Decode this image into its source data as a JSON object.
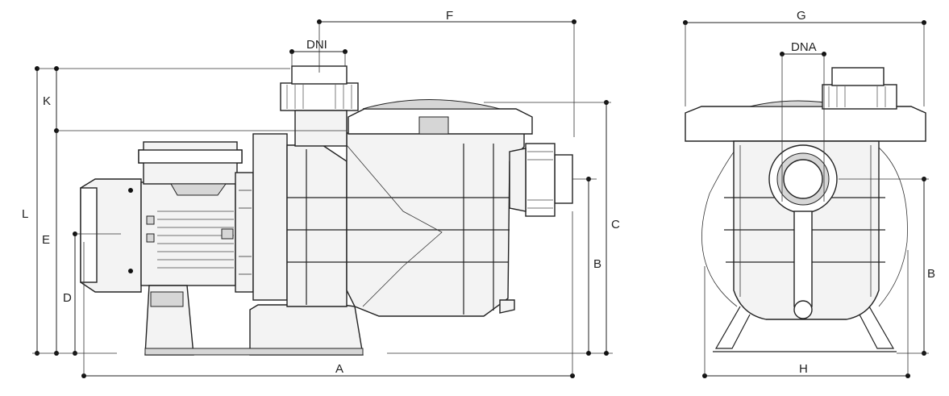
{
  "labels": {
    "a": "A",
    "b_side": "B",
    "b_front": "B",
    "c": "C",
    "d": "D",
    "e": "E",
    "f": "F",
    "g": "G",
    "h": "H",
    "k": "K",
    "l": "L",
    "dni": "DNI",
    "dna": "DNA"
  }
}
